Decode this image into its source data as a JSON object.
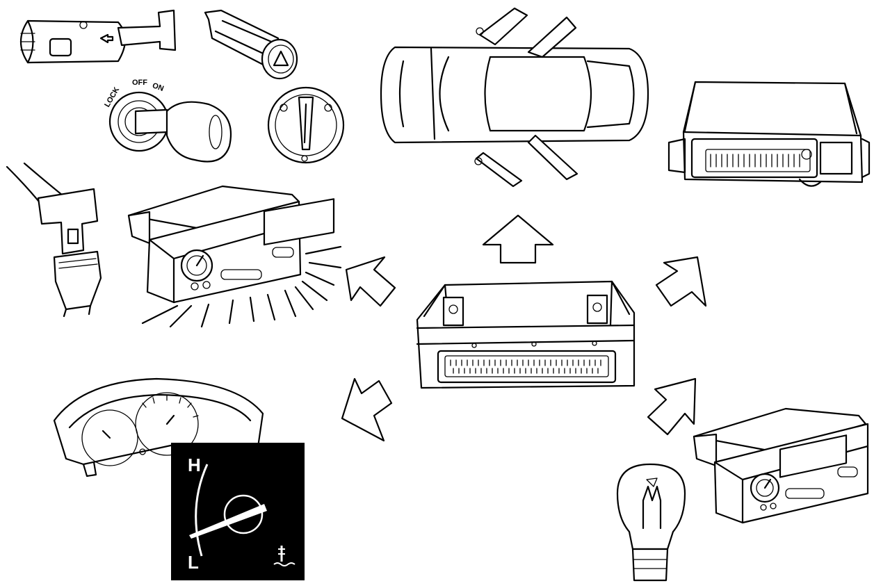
{
  "switch_labels": {
    "lock": "LOCK",
    "off": "OFF",
    "on": "ON"
  },
  "gauge": {
    "high": "H",
    "low": "L"
  },
  "icons": [
    "light-stalk-switch-icon",
    "hazard-switch-icon",
    "ignition-key-switch-icon",
    "headlamp-rotary-switch-icon",
    "seat-belt-buckle-icon",
    "radio-display-unit-icon",
    "car-top-view-icon",
    "control-module-icon",
    "central-control-unit-icon",
    "instrument-cluster-icon",
    "temperature-gauge-icon",
    "bulb-icon",
    "arrow-icon"
  ]
}
